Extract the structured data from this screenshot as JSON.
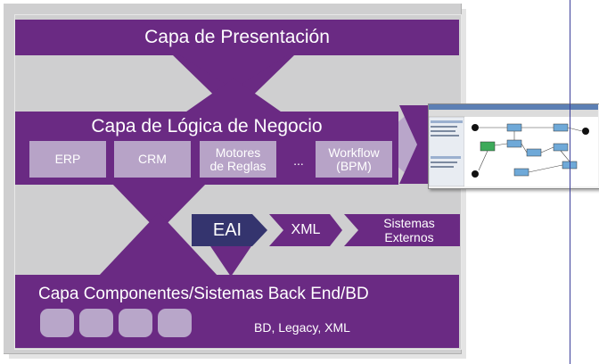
{
  "layers": {
    "presentation": "Capa de Presentación",
    "business_logic": "Capa de Lógica de Negocio",
    "backend": "Capa Componentes/Sistemas Back End/BD",
    "backend_sources": "BD, Legacy, XML"
  },
  "modules": [
    {
      "line1": "ERP",
      "line2": ""
    },
    {
      "line1": "CRM",
      "line2": ""
    },
    {
      "line1": "Motores",
      "line2": "de Reglas"
    },
    {
      "line1": "Workflow",
      "line2": "(BPM)"
    }
  ],
  "ellipsis": "...",
  "integration": {
    "eai": "EAI",
    "xml": "XML",
    "external_line1": "Sistemas",
    "external_line2": "Externos"
  },
  "colors": {
    "layer_purple": "#6a2a83",
    "module_lilac": "#b7a3c7",
    "eai_navy": "#34346e",
    "panel_gray": "#cfcfd0"
  }
}
